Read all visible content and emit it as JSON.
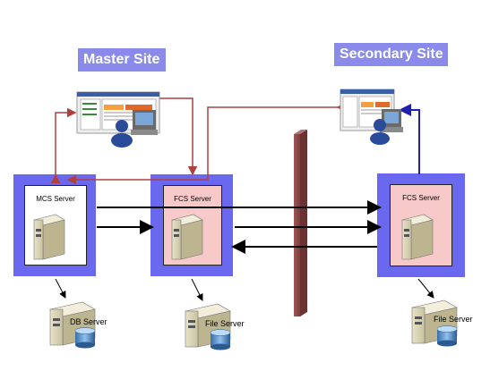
{
  "sites": {
    "master": "Master Site",
    "secondary": "Secondary Site"
  },
  "servers": {
    "mcs": "MCS Server",
    "fcs_master": "FCS Server",
    "fcs_secondary": "FCS Server"
  },
  "storage": {
    "db": "DB Server",
    "file_master": "File Server",
    "file_secondary": "File Server"
  },
  "colors": {
    "site_label_bg": "#8a8aea",
    "server_frame": "#6a68ee",
    "fcs_inner_bg": "#f7c9c9",
    "mcs_inner_bg": "#ffffff",
    "firewall": "#8b4a4a",
    "client_link_red": "#b04040",
    "client_link_blue": "#2020b0"
  }
}
